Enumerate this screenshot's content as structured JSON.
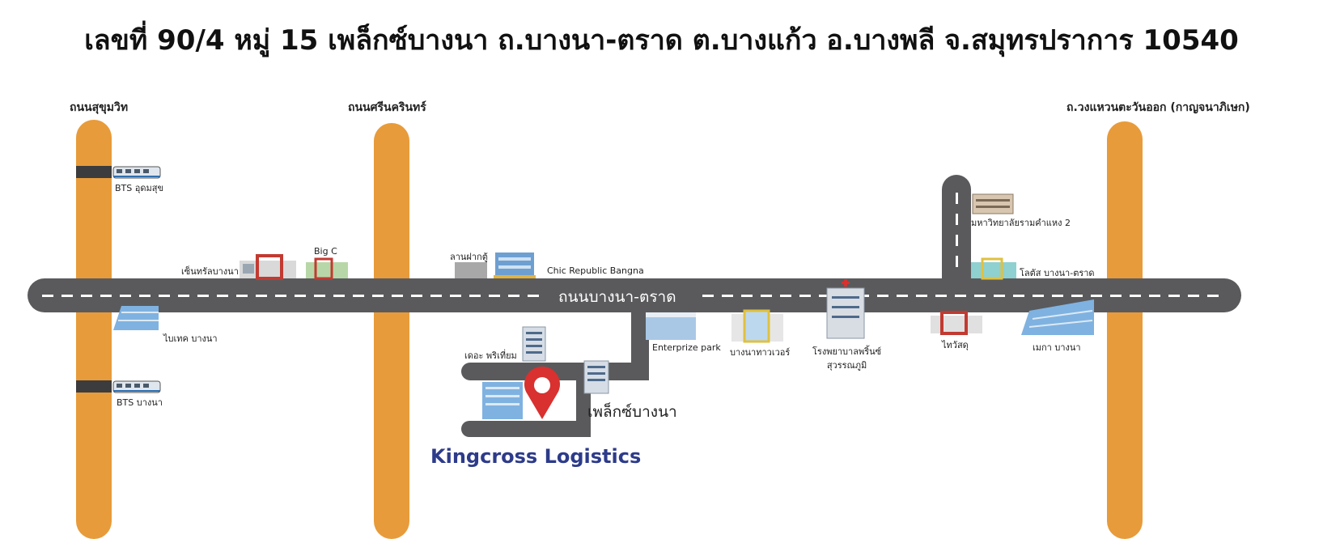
{
  "title": "เลขที่ 90/4 หมู่ 15 เพล็กซ์บางนา ถ.บางนา-ตราด ต.บางแก้ว อ.บางพลี จ.สมุทรปราการ 10540",
  "roads": {
    "sukhumvit": "ถนนสุขุมวิท",
    "srinakarin": "ถนนศรีนครินทร์",
    "east_ring": "ถ.วงแหวนตะวันออก (กาญจนาภิเษก)",
    "bangna_trad": "ถนนบางนา-ตราด"
  },
  "landmarks": {
    "bts_udomsuk": "BTS อุดมสุข",
    "bts_bangna": "BTS บางนา",
    "central_bangna": "เซ็นทรัลบางนา",
    "big_c": "Big C",
    "lan_fak_tu": "ลานฝากตู้",
    "chic_republic": "Chic Republic Bangna",
    "bitec": "ไบเทค บางนา",
    "the_prestige": "เดอะ พริเที่ยม",
    "plex_bangna": "เพล็กซ์บางนา",
    "enterprize_park": "Enterprize park",
    "bangna_tower": "บางนาทาวเวอร์",
    "hospital": "โรงพยาบาลพริ้นซ์\nสุวรรณภูมิ",
    "ramkhamhaeng2": "มหาวิทยาลัยรามคำแหง 2",
    "lotus": "โลตัส บางนา-ตราด",
    "thaiwatsadu": "ไทวัสดุ",
    "mega_bangna": "เมกา บางนา"
  },
  "brand": "Kingcross Logistics",
  "colors": {
    "road": "#5a5a5c",
    "highway_pillar": "#e89b3a",
    "brand": "#2d3b8a",
    "pin": "#d8312f"
  }
}
